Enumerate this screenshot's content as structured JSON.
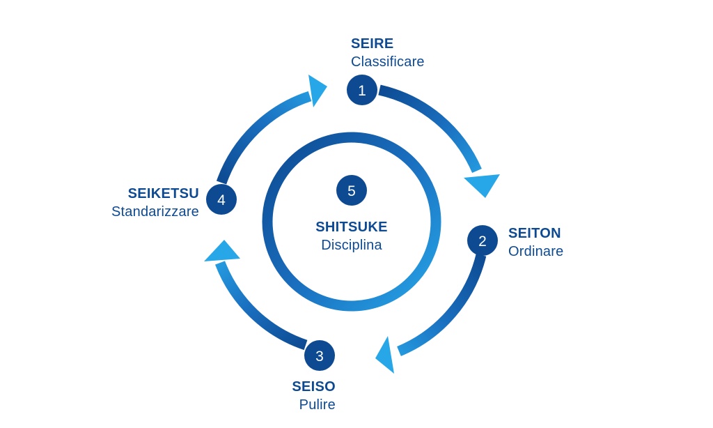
{
  "steps": [
    {
      "number": "1",
      "title": "SEIRE",
      "subtitle": "Classificare"
    },
    {
      "number": "2",
      "title": "SEITON",
      "subtitle": "Ordinare"
    },
    {
      "number": "3",
      "title": "SEISO",
      "subtitle": "Pulire"
    },
    {
      "number": "4",
      "title": "SEIKETSU",
      "subtitle": "Standarizzare"
    },
    {
      "number": "5",
      "title": "SHITSUKE",
      "subtitle": "Disciplina"
    }
  ],
  "colors": {
    "dark_blue": "#0d4a92",
    "mid_blue": "#1a6fbf",
    "light_blue": "#27a6e8",
    "badge": "#0d4a92",
    "text": "#0d4a92"
  }
}
